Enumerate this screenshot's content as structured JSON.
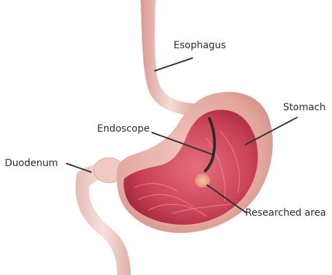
{
  "diagram": {
    "labels": {
      "esophagus": "Esophagus",
      "stomach": "Stomach",
      "endoscope": "Endoscope",
      "duodenum": "Duodenum",
      "researched_area": "Researched area"
    },
    "colors": {
      "tissue_light": "#f2cfc9",
      "tissue_mid": "#e3a9a0",
      "tissue_dark": "#c77e78",
      "lumen_light": "#e36d78",
      "lumen_dark": "#a8263a",
      "endoscope": "#2a2a2a",
      "lesion": "#f0a88a",
      "leader": "#333333",
      "text": "#2b2b2b"
    }
  }
}
